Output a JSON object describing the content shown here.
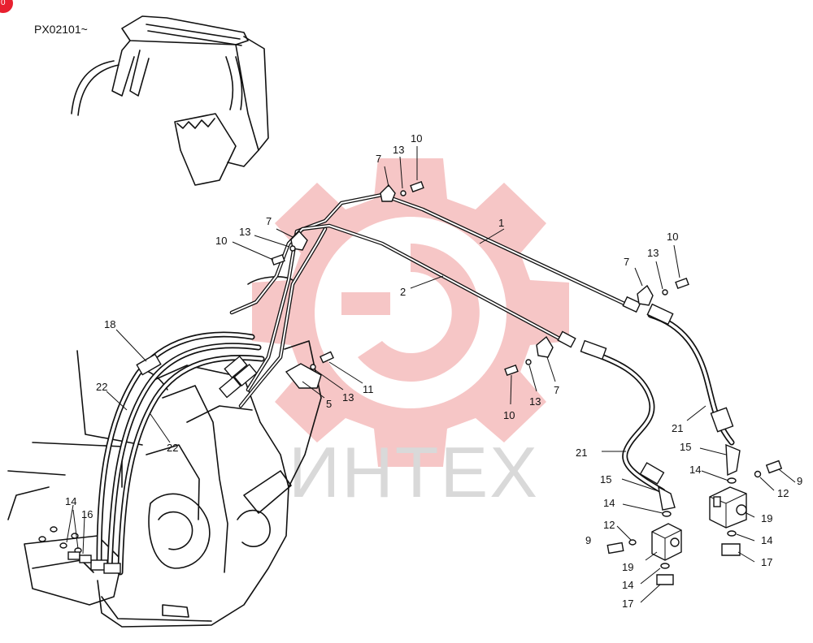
{
  "serial_range": "PX02101~",
  "watermark": {
    "text": "ИНТЕХ",
    "gear_color": "#f3b3b3",
    "text_color": "#d9d9d9"
  },
  "badge": {
    "color": "#e8202f",
    "text": "0"
  },
  "callouts": [
    {
      "id": "c1",
      "text": "1"
    },
    {
      "id": "c2",
      "text": "2"
    },
    {
      "id": "c5",
      "text": "5"
    },
    {
      "id": "c7a",
      "text": "7"
    },
    {
      "id": "c7b",
      "text": "7"
    },
    {
      "id": "c7c",
      "text": "7"
    },
    {
      "id": "c7d",
      "text": "7"
    },
    {
      "id": "c9a",
      "text": "9"
    },
    {
      "id": "c9b",
      "text": "9"
    },
    {
      "id": "c10a",
      "text": "10"
    },
    {
      "id": "c10b",
      "text": "10"
    },
    {
      "id": "c10c",
      "text": "10"
    },
    {
      "id": "c10d",
      "text": "10"
    },
    {
      "id": "c11",
      "text": "11"
    },
    {
      "id": "c12a",
      "text": "12"
    },
    {
      "id": "c12b",
      "text": "12"
    },
    {
      "id": "c13a",
      "text": "13"
    },
    {
      "id": "c13b",
      "text": "13"
    },
    {
      "id": "c13c",
      "text": "13"
    },
    {
      "id": "c13d",
      "text": "13"
    },
    {
      "id": "c13e",
      "text": "13"
    },
    {
      "id": "c14a",
      "text": "14"
    },
    {
      "id": "c14b",
      "text": "14"
    },
    {
      "id": "c14c",
      "text": "14"
    },
    {
      "id": "c14d",
      "text": "14"
    },
    {
      "id": "c14e",
      "text": "14"
    },
    {
      "id": "c15a",
      "text": "15"
    },
    {
      "id": "c15b",
      "text": "15"
    },
    {
      "id": "c16",
      "text": "16"
    },
    {
      "id": "c17a",
      "text": "17"
    },
    {
      "id": "c17b",
      "text": "17"
    },
    {
      "id": "c18",
      "text": "18"
    },
    {
      "id": "c19a",
      "text": "19"
    },
    {
      "id": "c19b",
      "text": "19"
    },
    {
      "id": "c21a",
      "text": "21"
    },
    {
      "id": "c21b",
      "text": "21"
    },
    {
      "id": "c22a",
      "text": "22"
    },
    {
      "id": "c22b",
      "text": "22"
    }
  ]
}
